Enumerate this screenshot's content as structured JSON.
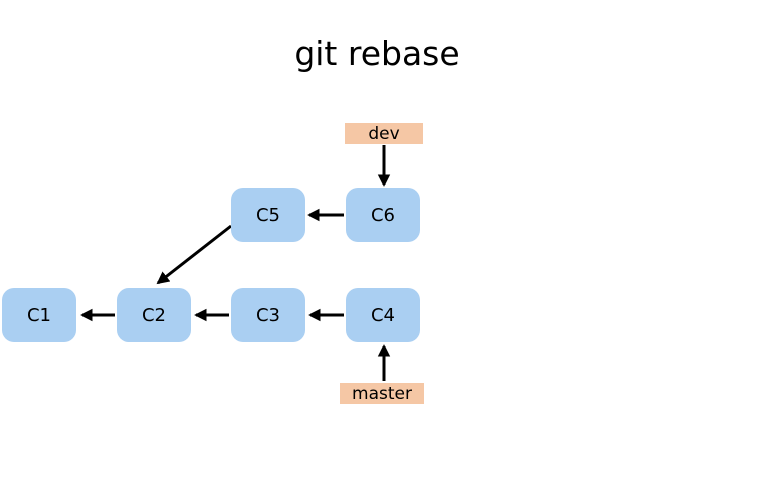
{
  "title": "git rebase",
  "colors": {
    "commit_fill": "#AACFF2",
    "branch_fill": "#F5C7A5",
    "arrow": "#000000",
    "text": "#000000",
    "background": "#FFFFFF"
  },
  "nodes": [
    {
      "id": "C1",
      "label": "C1"
    },
    {
      "id": "C2",
      "label": "C2"
    },
    {
      "id": "C3",
      "label": "C3"
    },
    {
      "id": "C4",
      "label": "C4"
    },
    {
      "id": "C5",
      "label": "C5"
    },
    {
      "id": "C6",
      "label": "C6"
    }
  ],
  "branches": [
    {
      "label": "dev",
      "points_to": "C6"
    },
    {
      "label": "master",
      "points_to": "C4"
    }
  ],
  "edges": [
    {
      "from": "C2",
      "to": "C1"
    },
    {
      "from": "C3",
      "to": "C2"
    },
    {
      "from": "C4",
      "to": "C3"
    },
    {
      "from": "C6",
      "to": "C5"
    },
    {
      "from": "C5",
      "to": "C2"
    },
    {
      "from": "dev",
      "to": "C6"
    },
    {
      "from": "master",
      "to": "C4"
    }
  ]
}
